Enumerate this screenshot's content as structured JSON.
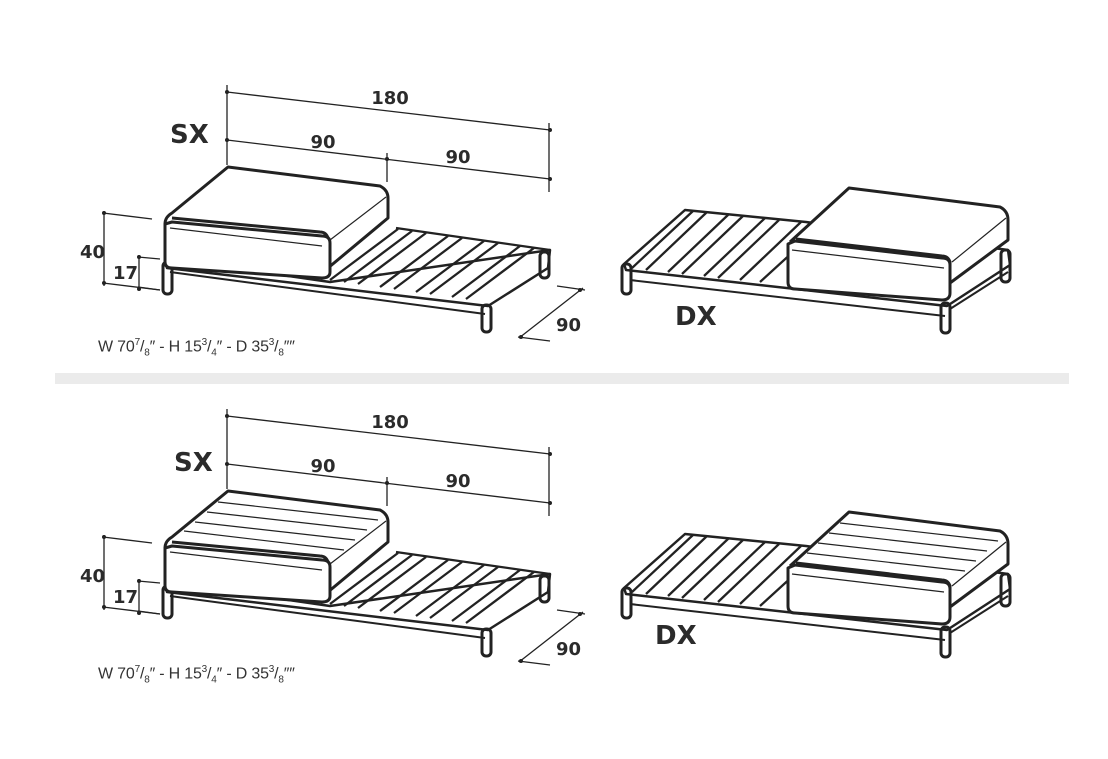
{
  "panels": [
    {
      "variant": "plain-cushion",
      "left_config": {
        "label": "SX",
        "total_width": "180",
        "segment_widths": [
          "90",
          "90"
        ],
        "depth": "90",
        "height_total": "40",
        "height_seat": "17",
        "imperial": {
          "w_int": "70",
          "w_num": "7",
          "w_den": "8",
          "h_int": "15",
          "h_num": "3",
          "h_den": "4",
          "d_int": "35",
          "d_num": "3",
          "d_den": "8",
          "w_prefix": "W",
          "h_prefix": "- H",
          "d_prefix": "- D",
          "in_mark": "″",
          "d_mark": "″″"
        }
      },
      "right_config": {
        "label": "DX"
      }
    },
    {
      "variant": "quilted-cushion",
      "left_config": {
        "label": "SX",
        "total_width": "180",
        "segment_widths": [
          "90",
          "90"
        ],
        "depth": "90",
        "height_total": "40",
        "height_seat": "17",
        "imperial": {
          "w_int": "70",
          "w_num": "7",
          "w_den": "8",
          "h_int": "15",
          "h_num": "3",
          "h_den": "4",
          "d_int": "35",
          "d_num": "3",
          "d_den": "8",
          "w_prefix": "W",
          "h_prefix": "- H",
          "d_prefix": "- D",
          "in_mark": "″",
          "d_mark": "″″"
        }
      },
      "right_config": {
        "label": "DX"
      }
    }
  ],
  "colors": {
    "line": "#222222",
    "divider": "#ebebeb",
    "background": "#ffffff"
  }
}
